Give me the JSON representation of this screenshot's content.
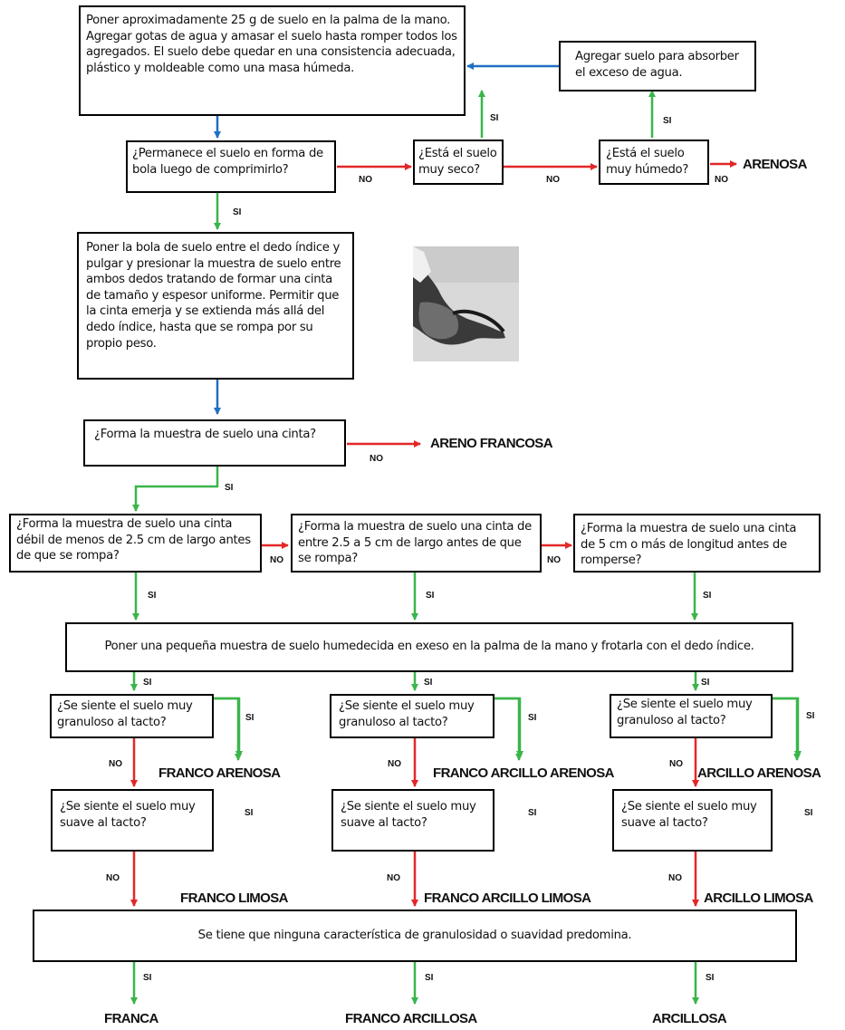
{
  "colors": {
    "blue": "#1f6fc4",
    "red": "#e32727",
    "green": "#3ab54a"
  },
  "boxes": {
    "intro": "Poner aproximadamente 25 g de suelo en la palma de la mano. Agregar gotas de agua y amasar el suelo hasta romper todos los agregados. El suelo debe quedar en una consistencia adecuada, plástico y moldeable como una masa húmeda.",
    "add_soil": "Agregar suelo para absorber el exceso de agua.",
    "ball": "¿Permanece el suelo en forma de bola luego de comprimirlo?",
    "too_dry": "¿Está el suelo muy seco?",
    "too_wet": "¿Está el suelo muy húmedo?",
    "ribbon_instr": "Poner la bola de suelo entre el dedo índice y pulgar y presionar la muestra de suelo entre ambos dedos tratando de formar una cinta de tamaño y espesor uniforme. Permitir que la cinta emerja y se extienda más allá del dedo índice, hasta que se rompa por su propio peso.",
    "forms_ribbon": "¿Forma la muestra de suelo una cinta?",
    "weak_ribbon": "¿Forma la muestra de suelo una cinta débil de menos de 2.5 cm de largo antes de que se rompa?",
    "mid_ribbon": "¿Forma la muestra de suelo una cinta de entre 2.5 a 5 cm de largo antes de que se rompa?",
    "long_ribbon": "¿Forma la muestra de suelo una cinta de 5 cm o más de longitud antes de romperse?",
    "rub": "Poner una pequeña muestra de suelo humedecida en exeso en la palma de la mano y frotarla con el dedo índice.",
    "gritty": "¿Se siente el suelo muy granuloso al tacto?",
    "smooth": "¿Se siente el suelo muy suave al tacto?",
    "neither": "Se tiene que ninguna característica de granulosidad o suavidad predomina."
  },
  "labels": {
    "si": "SI",
    "no": "NO"
  },
  "results": {
    "arenosa": "ARENOSA",
    "areno_francosa": "ARENO FRANCOSA",
    "franco_arenosa": "FRANCO ARENOSA",
    "franco_arcillo_arenosa": "FRANCO ARCILLO ARENOSA",
    "arcillo_arenosa": "ARCILLO ARENOSA",
    "franco_limosa": "FRANCO LIMOSA",
    "franco_arcillo_limosa": "FRANCO ARCILLO LIMOSA",
    "arcillo_limosa": "ARCILLO LIMOSA",
    "franca": "FRANCA",
    "franco_arcillosa": "FRANCO ARCILLOSA",
    "arcillosa": "ARCILLOSA"
  }
}
